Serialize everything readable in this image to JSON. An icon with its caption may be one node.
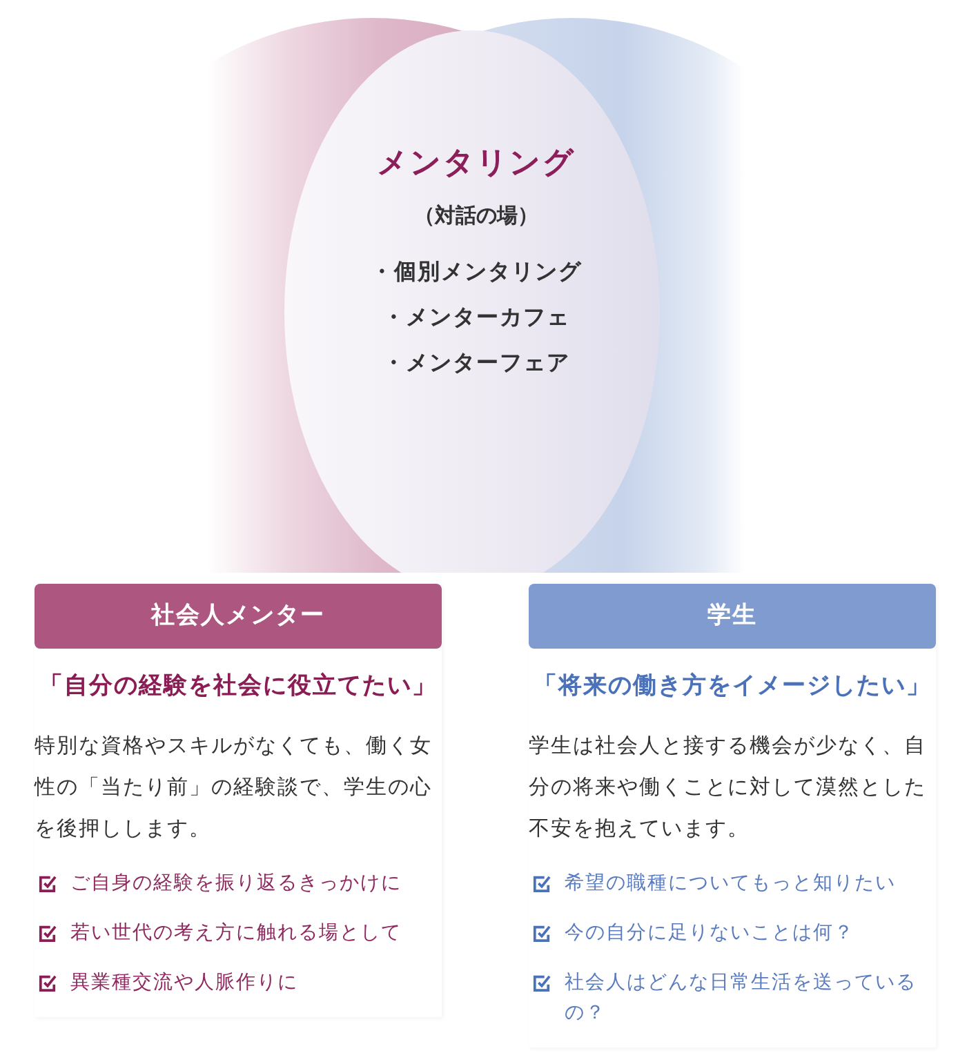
{
  "diagram": {
    "nodes": [
      {
        "text": [
          "メンタリング",
          "（対話の場）",
          "・個別メンタリング",
          "・メンターカフェ",
          "・メンターフェア"
        ]
      },
      {
        "text": [
          "社会人メンター",
          "「自分の経験を社会に役立てたい」",
          "特別な資格やスキルがなくても、働く女性の「当たり前」の経験談で、学生の心を後押しします。",
          "ご自身の経験を振り返るきっかけに",
          "若い世代の考え方に触れる場として",
          "異業種交流や人脈作りに"
        ]
      },
      {
        "text": [
          "学生",
          "「将来の働き方をイメージしたい」",
          "学生は社会人と接する機会が少なく、自分の将来や働くことに対して漠然とした不安を抱えています。",
          "希望の職種についてもっと知りたい",
          "今の自分に足りないことは何？",
          "社会人はどんな日常生活を送っているの？"
        ]
      }
    ]
  }
}
